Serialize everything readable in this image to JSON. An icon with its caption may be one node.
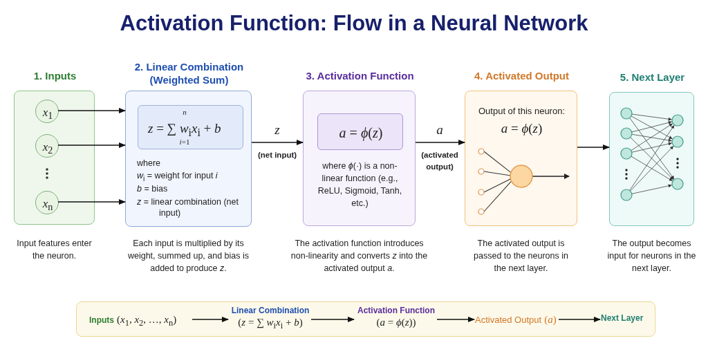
{
  "diagram": {
    "title": "Activation Function: Flow in a Neural Network",
    "nodes": [
      {
        "text": [
          "1. Inputs"
        ],
        "beside": [
          "Input features enter the neuron."
        ]
      },
      {
        "text": [
          "*x*$_{1}$"
        ],
        "in": 0
      },
      {
        "text": [
          "*x*$_{2}$"
        ],
        "in": 0
      },
      {
        "text": [
          "*x*$_{n}$"
        ],
        "in": 0
      },
      {
        "text": [
          "2. Linear Combination (Weighted Sum)",
          "where",
          "*w*$_{i}$ = weight for input *i*",
          "*b* = bias",
          "*z* = linear combination (net input)"
        ],
        "beside": [
          "Each input is multiplied by its weight, summed up, and bias is added to produce *z*."
        ]
      },
      {
        "text": [
          "*n*",
          "*z* = ∑ *w*$_{i}$*x*$_{i}$ + *b*",
          "*i*=1"
        ],
        "in": 4
      },
      {
        "text": [
          "3. Activation Function",
          "where *ϕ*(·) is a non-linear function (e.g., ReLU, Sigmoid, Tanh, etc.)"
        ],
        "beside": [
          "The activation function introduces non-linearity and converts *z* into the activated output *a*."
        ]
      },
      {
        "text": [
          "*a* = *ϕ*(*z*)"
        ],
        "in": 6
      },
      {
        "text": [
          "4. Activated Output",
          "Output of this neuron:",
          "*a* = *ϕ*(*z*)"
        ],
        "beside": [
          "The activated output is passed to the neurons in the next layer."
        ]
      },
      {
        "text": [
          "5. Next Layer"
        ],
        "beside": [
          "The output becomes input for neurons in the next layer."
        ]
      },
      {
        "text": [],
        "shape": "box"
      },
      {
        "text": [
          "Inputs",
          "(*x*$_{1}$, *x*$_{2}$, …, *x*$_{n}$)"
        ],
        "in": 10
      },
      {
        "text": [
          "Linear Combination",
          "(*z* = ∑ *w*$_{i}$*x*$_{i}$ + *b*)"
        ],
        "in": 10
      },
      {
        "text": [
          "Activation Function",
          "(*a* = *ϕ*(*z*))"
        ],
        "in": 10
      },
      {
        "text": [
          "Activated Output",
          "(*a*)"
        ],
        "in": 10
      },
      {
        "text": [
          "Next Layer"
        ],
        "in": 10
      }
    ],
    "edges": [
      {
        "from": 1,
        "to": 4,
        "arrow": "to"
      },
      {
        "from": 2,
        "to": 4,
        "arrow": "to"
      },
      {
        "from": 3,
        "to": 4,
        "arrow": "to"
      },
      {
        "from": 4,
        "to": 6,
        "arrow": "to",
        "label": "*z*"
      },
      {
        "from": 6,
        "to": 8,
        "arrow": "to",
        "label": "*a*"
      },
      {
        "from": 8,
        "to": 9,
        "arrow": "to"
      },
      {
        "from": 11,
        "to": 12,
        "arrow": "to"
      },
      {
        "from": 12,
        "to": 13,
        "arrow": "to"
      },
      {
        "from": 13,
        "to": 14,
        "arrow": "to"
      },
      {
        "from": 14,
        "to": 15,
        "arrow": "to"
      }
    ],
    "labels": [
      "(net input)",
      "(activated output)"
    ]
  }
}
